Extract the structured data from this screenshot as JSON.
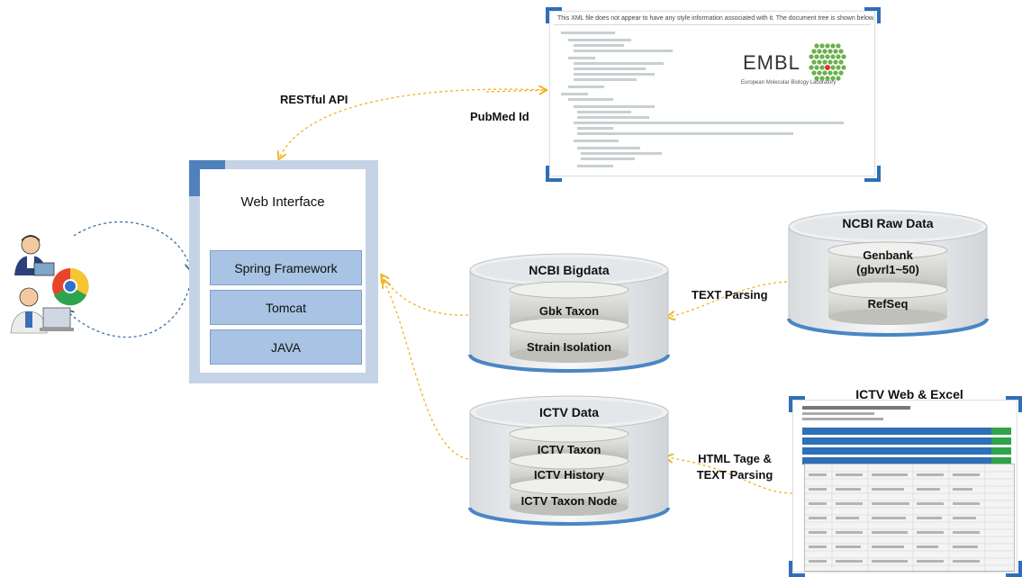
{
  "web": {
    "title": "Web Interface",
    "stack": [
      "Spring Framework",
      "Tomcat",
      "JAVA"
    ]
  },
  "labels": {
    "restful_api": "RESTful API",
    "pubmed_id": "PubMed Id",
    "text_parsing": "TEXT Parsing",
    "html_parsing_line1": "HTML Tage &",
    "html_parsing_line2": "TEXT Parsing"
  },
  "embl": {
    "notice": "This XML file does not appear to have any style information associated with it. The document tree is shown below.",
    "logo": "EMBL",
    "subtitle": "European Molecular Biology Laboratory"
  },
  "ncbi_bigdata": {
    "title": "NCBI Bigdata",
    "items": [
      "Gbk Taxon",
      "Strain Isolation"
    ]
  },
  "ncbi_raw": {
    "title": "NCBI Raw Data",
    "items": [
      "Genbank",
      "(gbvrl1~50)",
      "RefSeq"
    ]
  },
  "ictv_data": {
    "title": "ICTV Data",
    "items": [
      "ICTV Taxon",
      "ICTV History",
      "ICTV Taxon Node"
    ]
  },
  "ictv_web": {
    "title": "ICTV Web & Excel"
  },
  "colors": {
    "arrow": "#f0b323",
    "accent": "#4f81bd",
    "box": "#a8c3e3"
  }
}
